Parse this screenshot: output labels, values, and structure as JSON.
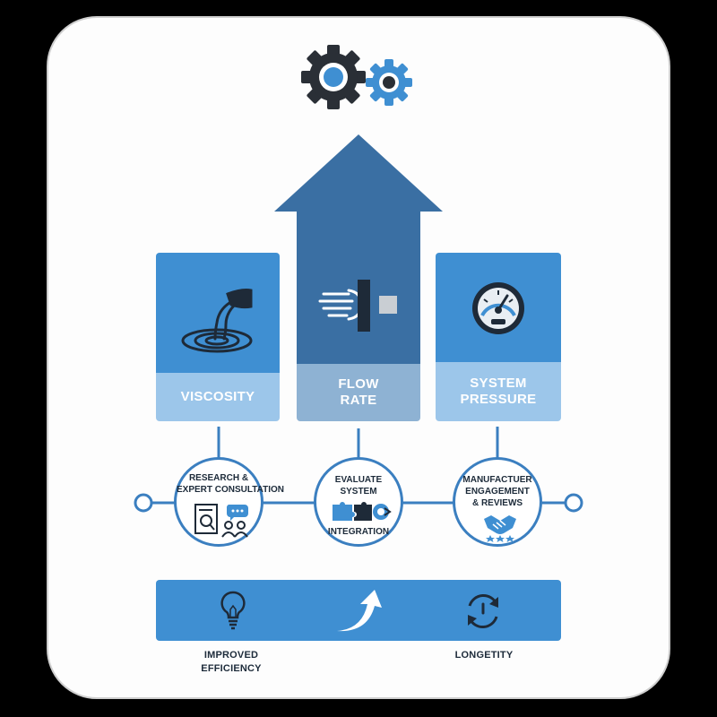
{
  "colors": {
    "primary": "#3f8fd2",
    "primary_light": "#9cc6ea",
    "flow_dark": "#3a6fa3",
    "flow_light": "#8eb2d3",
    "line": "#3b7fc0",
    "dark": "#2a2f36"
  },
  "factors": [
    {
      "id": "viscosity",
      "line1": "VISCOSITY",
      "line2": "",
      "icon": "pouring-liquid-icon"
    },
    {
      "id": "flow_rate",
      "line1": "FLOW",
      "line2": "RATE",
      "icon": "flow-pipe-icon"
    },
    {
      "id": "system_pressure",
      "line1": "SYSTEM",
      "line2": "PRESSURE",
      "icon": "pressure-gauge-icon"
    }
  ],
  "steps": [
    {
      "id": "research",
      "line1": "RESEARCH &",
      "line2": "EXPERT CONSULTATION",
      "line3": "",
      "icon": "document-search-icon"
    },
    {
      "id": "evaluate",
      "line1": "EVALUATE",
      "line2": "SYSTEM",
      "line3": "INTEGRATION",
      "icon": "puzzle-gear-icon"
    },
    {
      "id": "manufacturer",
      "line1": "MANUFACTUER",
      "line2": "ENGAGEMENT",
      "line3": "& REVIEWS",
      "icon": "handshake-icon"
    }
  ],
  "outcomes": [
    {
      "id": "efficiency",
      "line1": "IMPROVED",
      "line2": "EFFICIENCY",
      "icon": "lightbulb-icon"
    },
    {
      "id": "growth",
      "line1": "",
      "line2": "",
      "icon": "up-arrow-icon"
    },
    {
      "id": "longevity",
      "line1": "LONGETITY",
      "line2": "",
      "icon": "cycle-clock-icon"
    }
  ]
}
